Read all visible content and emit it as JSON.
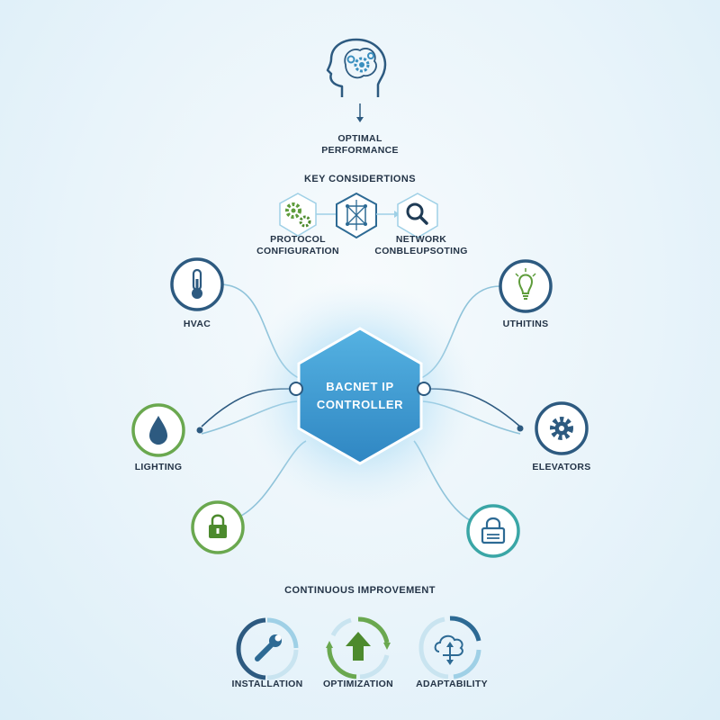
{
  "top": {
    "head_icon": "brain-gear-icon",
    "title_line1": "OPTIMAL",
    "title_line2": "PERFORMANCE"
  },
  "key": {
    "title": "KEY CONSIDERTIONS",
    "left_line1": "PROTOCOL",
    "left_line2": "CONFIGURATION",
    "right_line1": "NETWORK",
    "right_line2": "CONBLEUPSOTING"
  },
  "center": {
    "line1": "BACNET IP",
    "line2": "CONTROLLER"
  },
  "nodes": {
    "hvac": "HVAC",
    "utilities": "UTHITINS",
    "lighting": "LIGHTING",
    "elevators": "ELEVATORS"
  },
  "continuous": {
    "title": "CONTINUOUS IMPROVEMENT",
    "installation": "INSTALLATION",
    "optimization": "OPTIMIZATION",
    "adaptability": "ADAPTABILITY"
  },
  "colors": {
    "navy": "#2d5a80",
    "green": "#6aa84f",
    "teal": "#3aa6a6",
    "center_fill": "#3e9bd1",
    "line": "#8fc3da"
  }
}
